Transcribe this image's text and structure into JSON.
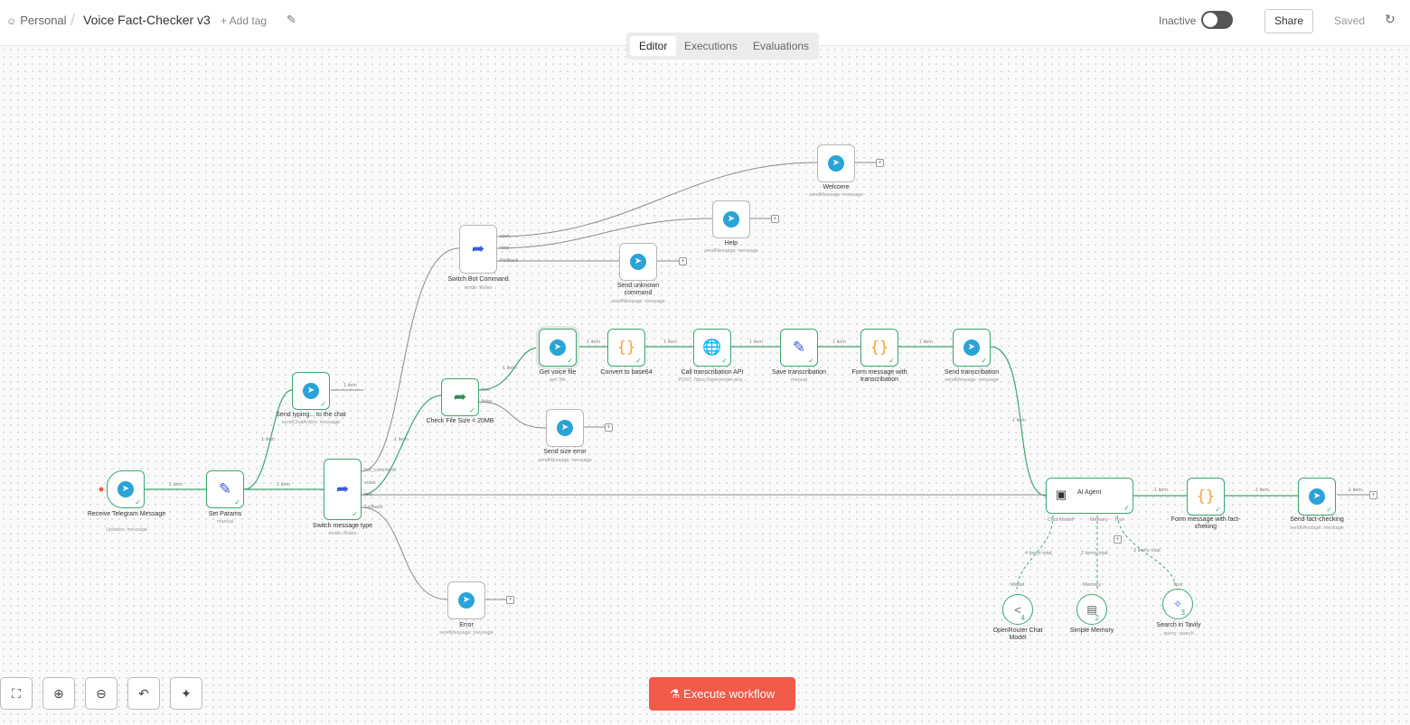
{
  "header": {
    "workspace": "Personal",
    "workspace_icon": "person-icon",
    "separator": "/",
    "workflow_name": "Voice Fact-Checker v3",
    "add_tag": "+ Add tag",
    "status_label": "Inactive",
    "active": false,
    "share_label": "Share",
    "saved_label": "Saved"
  },
  "tabs": [
    "Editor",
    "Executions",
    "Evaluations"
  ],
  "active_tab": "Editor",
  "colors": {
    "accent": "#f25a4a",
    "success": "#3aa870",
    "telegram": "#2aa3d8",
    "code": "#f0a33a"
  },
  "nodes": {
    "receive": {
      "name": "Receive Telegram Message",
      "sub": "Updates: message",
      "icon": "telegram-icon"
    },
    "set_params": {
      "name": "Set Params",
      "sub": "manual",
      "icon": "pencil-icon"
    },
    "send_typing": {
      "name": "Send typing... to the chat",
      "sub": "sendChatAction: message",
      "icon": "telegram-icon"
    },
    "switch_type": {
      "name": "Switch message type",
      "sub": "mode: Rules",
      "icon": "signpost-icon",
      "outputs": [
        "bot_command",
        "voice",
        "text",
        "Fallback"
      ]
    },
    "switch_bot": {
      "name": "Switch Bot Command",
      "sub": "mode: Rules",
      "icon": "signpost-icon",
      "outputs": [
        "start",
        "help",
        "Fallback"
      ]
    },
    "welcome": {
      "name": "Welcome",
      "sub": "sendMessage: message",
      "icon": "telegram-icon"
    },
    "help": {
      "name": "Help",
      "sub": "sendMessage: message",
      "icon": "telegram-icon"
    },
    "unknown": {
      "name": "Send unknown command",
      "sub": "sendMessage: message",
      "icon": "telegram-icon"
    },
    "check_size": {
      "name": "Check File Size < 20MB",
      "sub": "",
      "icon": "signpost-icon",
      "outputs": [
        "true",
        "false"
      ]
    },
    "get_voice": {
      "name": "Get voice file",
      "sub": "get: file",
      "icon": "telegram-icon"
    },
    "size_error": {
      "name": "Send size error",
      "sub": "sendMessage: message",
      "icon": "telegram-icon"
    },
    "convert": {
      "name": "Convert to base64",
      "sub": "",
      "icon": "braces-icon"
    },
    "call_api": {
      "name": "Call transcribation API",
      "sub": "POST: https://openrouter.ai/a...",
      "icon": "globe-icon"
    },
    "save_tr": {
      "name": "Save transcribation",
      "sub": "manual",
      "icon": "pencil-icon"
    },
    "form_tr": {
      "name": "Form message with transcribation",
      "sub": "",
      "icon": "braces-icon"
    },
    "send_tr": {
      "name": "Send transcribation",
      "sub": "sendMessage: message",
      "icon": "telegram-icon"
    },
    "error": {
      "name": "Error",
      "sub": "sendMessage: message",
      "icon": "telegram-icon"
    },
    "agent": {
      "name": "AI Agent",
      "icon": "robot-icon",
      "ports": [
        "Chat Model*",
        "Memory",
        "Tool"
      ]
    },
    "form_fc": {
      "name": "Form message with fact-cheking",
      "sub": "",
      "icon": "braces-icon"
    },
    "send_fc": {
      "name": "Send fact-checking",
      "sub": "sendMessage: message",
      "icon": "telegram-icon"
    },
    "openrouter": {
      "name": "OpenRouter Chat Model",
      "sub": "",
      "port": "Model",
      "count": "4",
      "icon": "openrouter-icon"
    },
    "memory": {
      "name": "Simple Memory",
      "sub": "",
      "port": "Memory",
      "count": "2",
      "icon": "database-icon"
    },
    "tavily": {
      "name": "Search in Tavily",
      "sub": "query: search",
      "port": "Tool",
      "count": "3",
      "icon": "tavily-icon"
    }
  },
  "edge_labels": {
    "item": "1 item",
    "model_total": "4 items total",
    "memory_total": "2 items total",
    "tool_total": "3 items total"
  },
  "controls": [
    "fit-view-icon",
    "zoom-in-icon",
    "zoom-out-icon",
    "undo-icon",
    "clean-up-icon"
  ],
  "execute_label": "Execute workflow"
}
